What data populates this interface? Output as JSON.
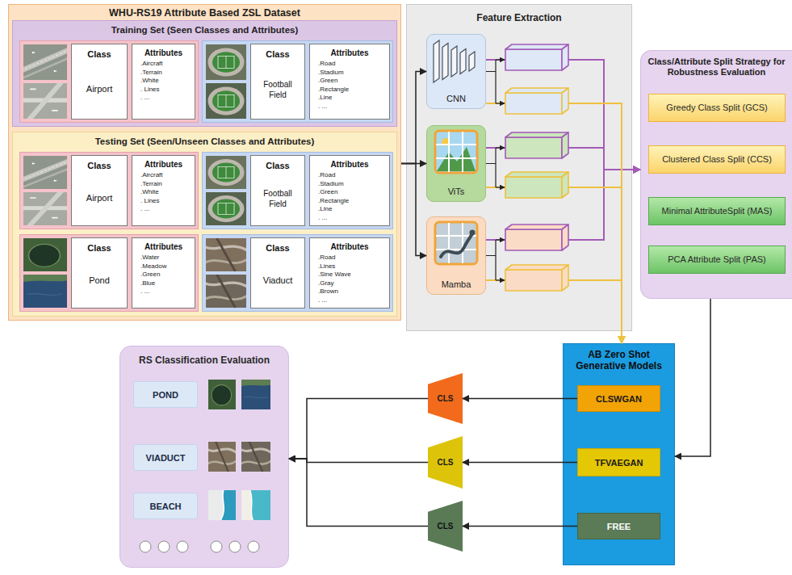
{
  "diagram": {
    "nodes": [
      {
        "text": [
          "WHU-RS19 Attribute Based ZSL Dataset"
        ]
      },
      {
        "text": [
          "Training Set (Seen Classes and Attributes)"
        ],
        "in": 0
      },
      {
        "text": [
          "Class",
          "Airport"
        ],
        "in": 1
      },
      {
        "text": [
          "Attributes",
          ".Aircraft",
          ".Terrain",
          ".White",
          ". Lines",
          ". ..."
        ],
        "in": 1
      },
      {
        "text": [
          "Class",
          "Football Field"
        ],
        "in": 1
      },
      {
        "text": [
          "Attributes",
          ".Road",
          ".Stadium",
          ".Green",
          ".Rectangle",
          ".Line",
          ". ..."
        ],
        "in": 1
      },
      {
        "text": [
          "Testing Set (Seen/Unseen Classes and Attributes)"
        ],
        "in": 0
      },
      {
        "text": [
          "Class",
          "Airport"
        ],
        "in": 6
      },
      {
        "text": [
          "Attributes",
          ".Aircraft",
          ".Terrain",
          ".White",
          ". Lines",
          ". ..."
        ],
        "in": 6
      },
      {
        "text": [
          "Class",
          "Football Field"
        ],
        "in": 6
      },
      {
        "text": [
          "Attributes",
          ".Road",
          ".Stadium",
          ".Green",
          ".Rectangle",
          ".Line",
          ". ..."
        ],
        "in": 6
      },
      {
        "text": [
          "Class",
          "Pond"
        ],
        "in": 6
      },
      {
        "text": [
          "Attributes",
          ".Water",
          ".Meadow",
          ".Green",
          ".Blue",
          ". ..."
        ],
        "in": 6
      },
      {
        "text": [
          "Class",
          "Viaduct"
        ],
        "in": 6
      },
      {
        "text": [
          "Attributes",
          ".Road",
          ".Lines",
          ".Sine Wave",
          ".Gray",
          ".Brown",
          ". ..."
        ],
        "in": 6
      },
      {
        "text": [
          "Feature Extraction"
        ]
      },
      {
        "text": [
          "CNN"
        ],
        "in": 15
      },
      {
        "text": [
          "ViTs"
        ],
        "in": 15
      },
      {
        "text": [
          "Mamba"
        ],
        "in": 15
      },
      {
        "text": [
          "Class/Attribute Split Strategy for Robustness Evaluation"
        ]
      },
      {
        "text": [
          "Greedy Class Split (GCS)"
        ],
        "in": 19
      },
      {
        "text": [
          "Clustered Class Split (CCS)"
        ],
        "in": 19
      },
      {
        "text": [
          "Minimal AttributeSplit (MAS)"
        ],
        "in": 19
      },
      {
        "text": [
          "PCA Attribute Split (PAS)"
        ],
        "in": 19
      },
      {
        "text": [
          "AB Zero Shot Generative Models"
        ]
      },
      {
        "text": [
          "CLSWGAN"
        ],
        "in": 24
      },
      {
        "text": [
          "TFVAEGAN"
        ],
        "in": 24
      },
      {
        "text": [
          "FREE"
        ],
        "in": 24
      },
      {
        "text": [
          "CLS"
        ]
      },
      {
        "text": [
          "CLS"
        ]
      },
      {
        "text": [
          "CLS"
        ]
      },
      {
        "text": [
          "RS Classification Evaluation"
        ]
      },
      {
        "text": [
          "POND"
        ],
        "in": 31
      },
      {
        "text": [
          "VIADUCT"
        ],
        "in": 31
      },
      {
        "text": [
          "BEACH"
        ],
        "in": 31
      }
    ],
    "edges": [
      {
        "from": 0,
        "to": 16,
        "arrow": "to"
      },
      {
        "from": 0,
        "to": 17,
        "arrow": "to"
      },
      {
        "from": 0,
        "to": 18,
        "arrow": "to"
      },
      {
        "from": 16,
        "to": 19,
        "arrow": "to"
      },
      {
        "from": 17,
        "to": 19,
        "arrow": "to"
      },
      {
        "from": 18,
        "to": 19,
        "arrow": "to"
      },
      {
        "from": 16,
        "to": 24,
        "arrow": "to"
      },
      {
        "from": 17,
        "to": 24,
        "arrow": "to"
      },
      {
        "from": 18,
        "to": 24,
        "arrow": "to"
      },
      {
        "from": 19,
        "to": 24,
        "arrow": "to"
      },
      {
        "from": 25,
        "to": 28,
        "arrow": "to"
      },
      {
        "from": 26,
        "to": 29,
        "arrow": "to"
      },
      {
        "from": 27,
        "to": 30,
        "arrow": "to"
      },
      {
        "from": 28,
        "to": 31,
        "arrow": "to"
      },
      {
        "from": 29,
        "to": 31,
        "arrow": "to"
      },
      {
        "from": 30,
        "to": 31,
        "arrow": "to"
      }
    ]
  }
}
